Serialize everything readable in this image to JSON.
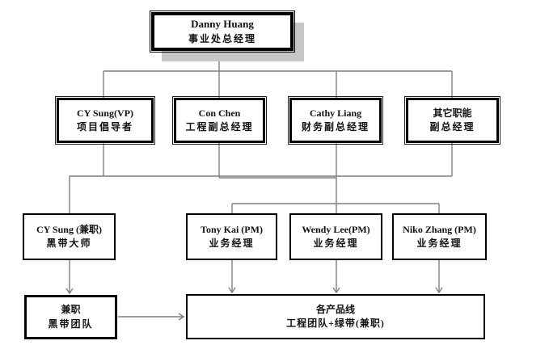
{
  "diagram_type": "org-chart",
  "colors": {
    "background": "#ffffff",
    "box_border": "#000000",
    "connector_line": "#7f7f7f",
    "root_shadow": "#c6c6c6",
    "text": "#111111"
  },
  "org_chart": {
    "root": {
      "name": "Danny Huang",
      "title": "事业处总经理"
    },
    "level2": [
      {
        "name": "CY Sung(VP)",
        "title": "项目倡导者"
      },
      {
        "name": "Con Chen",
        "title": "工程副总经理"
      },
      {
        "name": "Cathy Liang",
        "title": "财务副总经理"
      },
      {
        "name": "其它职能",
        "title": "副总经理"
      }
    ],
    "level3": [
      {
        "name": "CY Sung (兼职)",
        "title": "黑带大师"
      },
      {
        "name": "Tony Kai (PM)",
        "title": "业务经理"
      },
      {
        "name": "Wendy Lee(PM)",
        "title": "业务经理"
      },
      {
        "name": "Niko Zhang (PM)",
        "title": "业务经理"
      }
    ],
    "level4": [
      {
        "name": "兼职",
        "title": "黑带团队"
      },
      {
        "name": "各产品线",
        "title": "工程团队+绿带(兼职)"
      }
    ]
  }
}
